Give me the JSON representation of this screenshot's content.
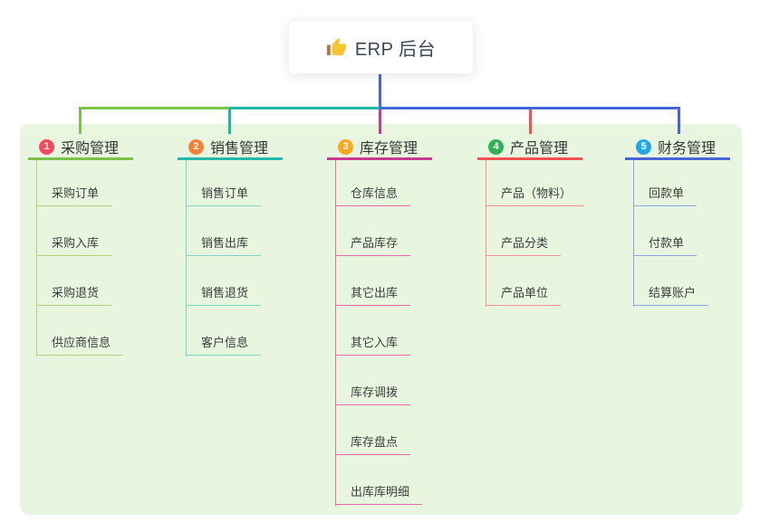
{
  "root": {
    "label": "ERP 后台",
    "icon": "thumbs-up-icon"
  },
  "branches": [
    {
      "badge": "1",
      "label": "采购管理",
      "badge_color": "#f8485e",
      "line_color": "#7cc24a",
      "child_line_color": "#a9d67f",
      "children": [
        "采购订单",
        "采购入库",
        "采购退货",
        "供应商信息"
      ]
    },
    {
      "badge": "2",
      "label": "销售管理",
      "badge_color": "#f5813b",
      "line_color": "#23b6ab",
      "child_line_color": "#7fd4ca",
      "children": [
        "销售订单",
        "销售出库",
        "销售退货",
        "客户信息"
      ]
    },
    {
      "badge": "3",
      "label": "库存管理",
      "badge_color": "#f9a91d",
      "line_color": "#ca3b90",
      "child_line_color": "#ee67a7",
      "children": [
        "仓库信息",
        "产品库存",
        "其它出库",
        "其它入库",
        "库存调拨",
        "库存盘点",
        "出库库明细"
      ]
    },
    {
      "badge": "4",
      "label": "产品管理",
      "badge_color": "#2eb159",
      "line_color": "#f75050",
      "child_line_color": "#f9928f",
      "children": [
        "产品（物料）",
        "产品分类",
        "产品单位"
      ]
    },
    {
      "badge": "5",
      "label": "财务管理",
      "badge_color": "#23a7eb",
      "line_color": "#4565d8",
      "child_line_color": "#8ca4e8",
      "children": [
        "回款单",
        "付款单",
        "结算账户"
      ]
    }
  ],
  "colors": {
    "canvas": "#ffffff",
    "panel": "#e8f6e0",
    "stem": "#4565d8",
    "root_text": "#3b4559",
    "header_text": "#353535",
    "child_text": "#3d3d3d",
    "thumb_gold": "#fbc531",
    "thumb_cuff": "#b5763a"
  }
}
